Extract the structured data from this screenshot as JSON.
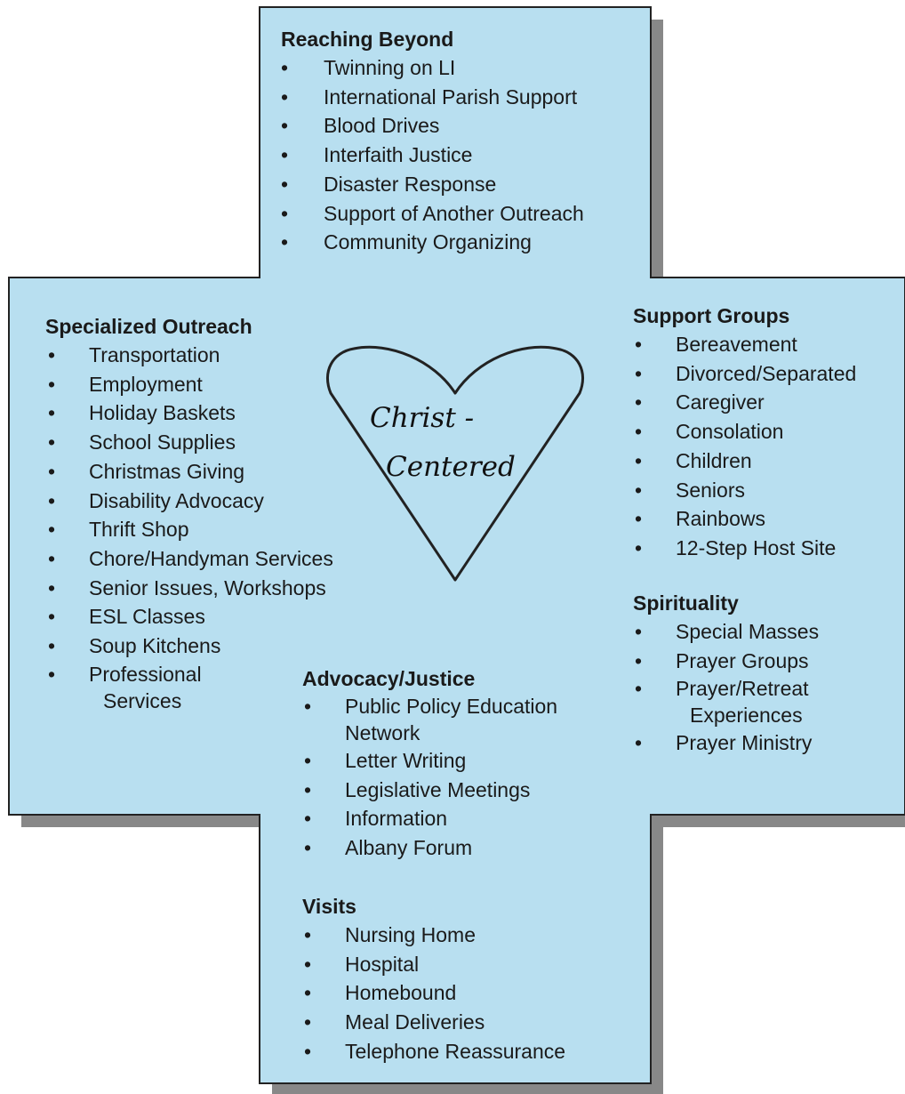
{
  "heart": {
    "line1": "Christ -",
    "line2": "Centered"
  },
  "sections": {
    "reaching_beyond": {
      "title": "Reaching Beyond",
      "items": [
        "Twinning on LI",
        "International Parish Support",
        "Blood Drives",
        "Interfaith Justice",
        "Disaster Response",
        "Support of Another Outreach",
        "Community Organizing"
      ]
    },
    "specialized_outreach": {
      "title": "Specialized Outreach",
      "items": [
        "Transportation",
        "Employment",
        "Holiday Baskets",
        "School Supplies",
        "Christmas Giving",
        "Disability Advocacy",
        "Thrift Shop",
        "Chore/Handyman Services",
        "Senior Issues, Workshops",
        "ESL Classes",
        "Soup Kitchens",
        "Professional",
        "Services"
      ]
    },
    "support_groups": {
      "title": "Support Groups",
      "items": [
        "Bereavement",
        "Divorced/Separated",
        "Caregiver",
        "Consolation",
        "Children",
        "Seniors",
        "Rainbows",
        "12-Step Host Site"
      ]
    },
    "spirituality": {
      "title": "Spirituality",
      "items": [
        "Special Masses",
        "Prayer Groups",
        "Prayer/Retreat",
        "Experiences",
        "Prayer Ministry"
      ]
    },
    "advocacy_justice": {
      "title": "Advocacy/Justice",
      "items": [
        "Public Policy Education",
        "Network",
        "Letter Writing",
        "Legislative Meetings",
        "Information",
        "Albany Forum"
      ]
    },
    "visits": {
      "title": "Visits",
      "items": [
        "Nursing Home",
        "Hospital",
        "Homebound",
        "Meal Deliveries",
        "Telephone Reassurance"
      ]
    }
  },
  "colors": {
    "cross_fill": "#b8dff0",
    "cross_shadow": "#888888",
    "outline": "#222222"
  }
}
